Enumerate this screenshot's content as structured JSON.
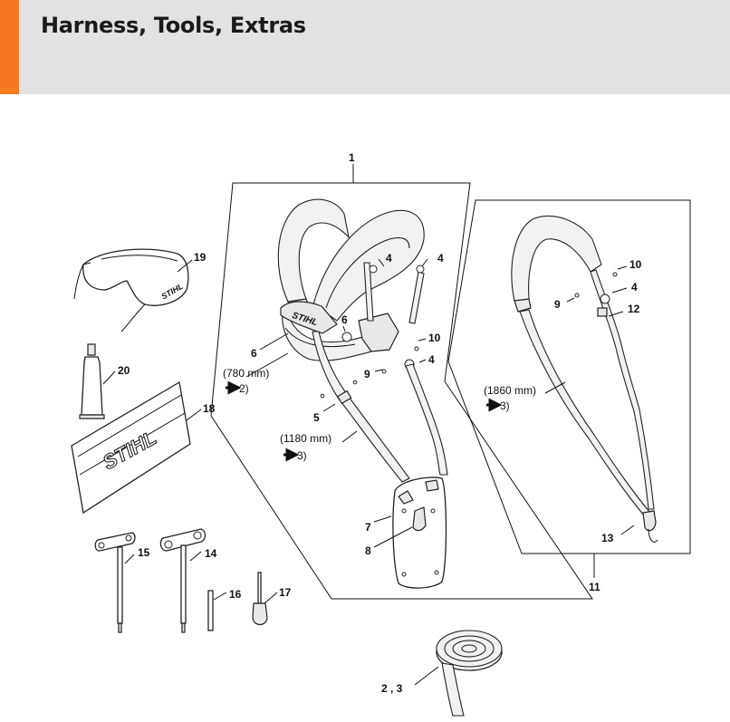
{
  "header": {
    "title": "Harness, Tools, Extras",
    "accent_color": "#f47920",
    "background_color": "#e2e2e2"
  },
  "callouts": {
    "n1": "1",
    "n2_3": "2 , 3",
    "n4a": "4",
    "n4b": "4",
    "n4c": "4",
    "n4r": "4",
    "n5": "5",
    "n6a": "6",
    "n6b": "6",
    "n7": "7",
    "n8": "8",
    "n9a": "9",
    "n9r": "9",
    "n10a": "10",
    "n10r": "10",
    "n11": "11",
    "n12": "12",
    "n13": "13",
    "n14": "14",
    "n15": "15",
    "n16": "16",
    "n17": "17",
    "n18": "18",
    "n19": "19",
    "n20": "20"
  },
  "notes": {
    "waist_length": "(780 mm)",
    "waist_ref": "2)",
    "shoulder_length": "(1180 mm)",
    "shoulder_ref": "3)",
    "single_length": "(1860 mm)",
    "single_ref": "3)"
  },
  "brand": {
    "logo_text": "STIHL"
  }
}
